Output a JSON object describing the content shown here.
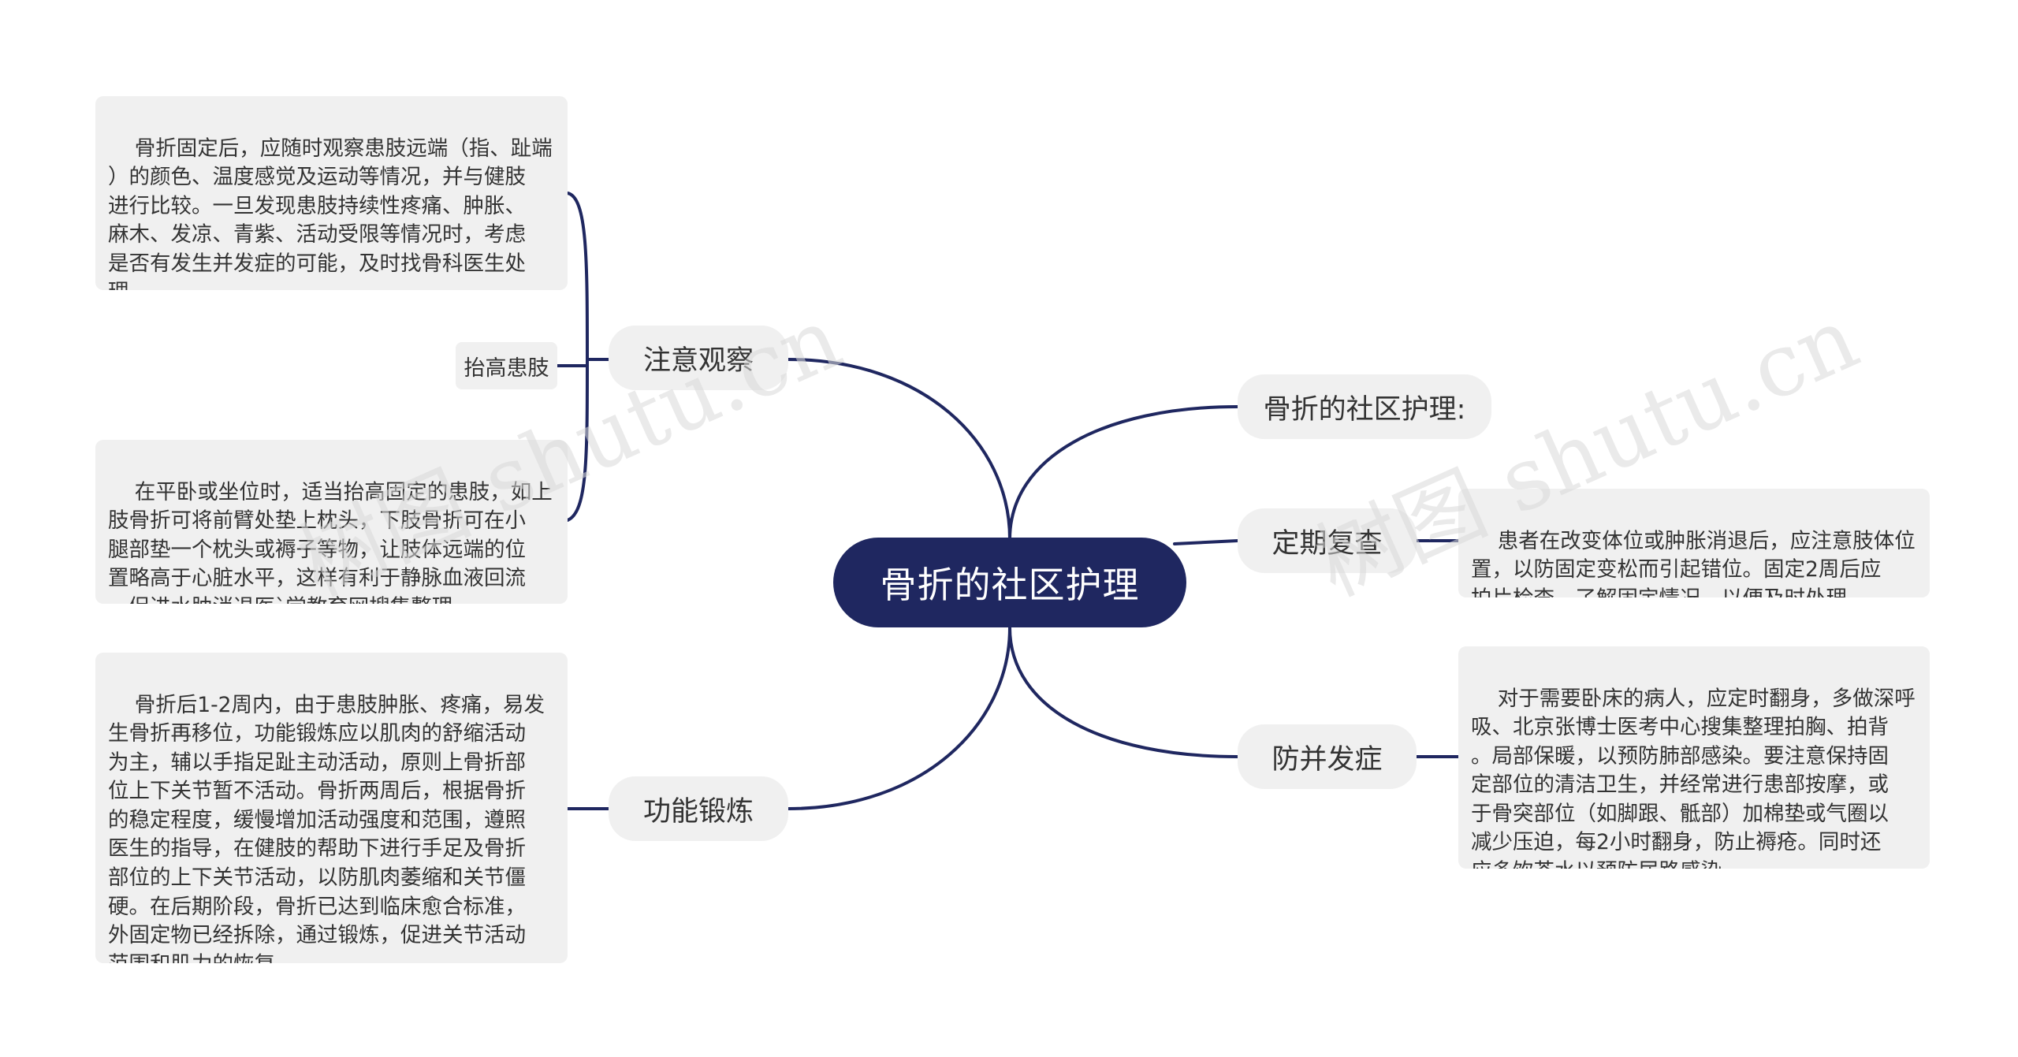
{
  "root": {
    "label": "骨折的社区护理"
  },
  "branches": {
    "observe": {
      "label": "注意观察"
    },
    "elevate": {
      "label": "抬高患肢"
    },
    "exercise": {
      "label": "功能锻炼"
    },
    "title": {
      "label": "骨折的社区护理:"
    },
    "review": {
      "label": "定期复查"
    },
    "complication": {
      "label": "防并发症"
    }
  },
  "notes": {
    "observe_text": "骨折固定后，应随时观察患肢远端（指、趾端\n）的颜色、温度感觉及运动等情况，并与健肢\n进行比较。一旦发现患肢持续性疼痛、肿胀、\n麻木、发凉、青紫、活动受限等情况时，考虑\n是否有发生并发症的可能，及时找骨科医生处\n理。",
    "elevate_text": "在平卧或坐位时，适当抬高固定的患肢，如上\n肢骨折可将前臂处垫上枕头，下肢骨折可在小\n腿部垫一个枕头或褥子等物，让肢体远端的位\n置略高于心脏水平，这样有利于静脉血液回流\n，促进水肿消退医`学教育网搜集整理。",
    "exercise_text": "骨折后1-2周内，由于患肢肿胀、疼痛，易发\n生骨折再移位，功能锻炼应以肌肉的舒缩活动\n为主，辅以手指足趾主动活动，原则上骨折部\n位上下关节暂不活动。骨折两周后，根据骨折\n的稳定程度，缓慢增加活动强度和范围，遵照\n医生的指导，在健肢的帮助下进行手足及骨折\n部位的上下关节活动，以防肌肉萎缩和关节僵\n硬。在后期阶段，骨折已达到临床愈合标准，\n外固定物已经拆除，通过锻炼，促进关节活动\n范围和肌力的恢复。",
    "review_text": "患者在改变体位或肿胀消退后，应注意肢体位\n置，以防固定变松而引起错位。固定2周后应\n拍片检查，了解固定情况，以便及时处理。",
    "complication_text": "对于需要卧床的病人，应定时翻身，多做深呼\n吸、北京张博士医考中心搜集整理拍胸、拍背\n。局部保暖，以预防肺部感染。要注意保持固\n定部位的清洁卫生，并经常进行患部按摩，或\n于骨突部位（如脚跟、骶部）加棉垫或气圈以\n减少压迫，每2小时翻身，防止褥疮。同时还\n应多饮茶水以预防尿路感染。"
  },
  "watermark": {
    "text": "树图 shutu.cn"
  },
  "colors": {
    "root_bg": "#1f2760",
    "line": "#1f2760",
    "node_bg": "#f0f0f0"
  }
}
